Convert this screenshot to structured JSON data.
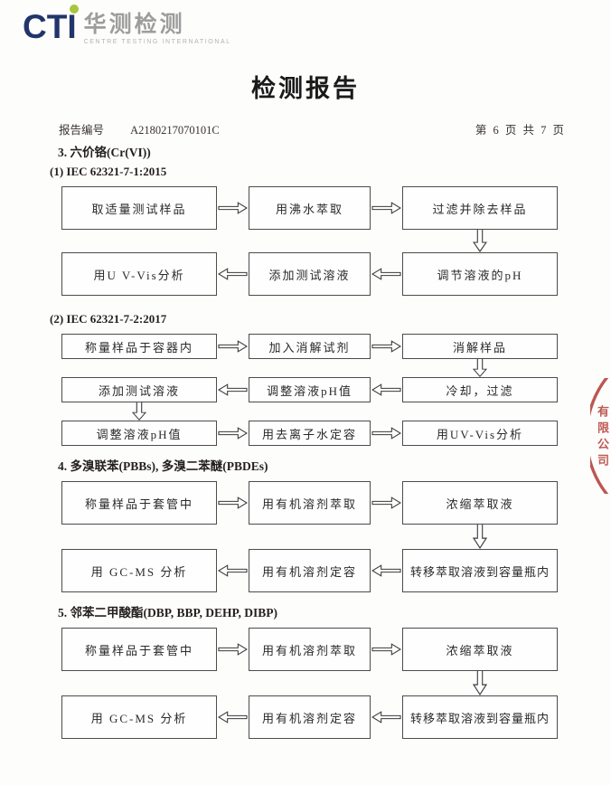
{
  "logo": {
    "cti": "CTI",
    "cn_name": "华测检测",
    "en_name": "CENTRE TESTING INTERNATIONAL",
    "colors": {
      "navy": "#22356b",
      "green": "#a6c63c",
      "gray": "#9d9d9d"
    }
  },
  "header": {
    "title": "检测报告",
    "report_no_label": "报告编号",
    "report_no": "A2180217070101C",
    "page_text": "第 6 页  共 7 页"
  },
  "sections": [
    {
      "heading": "3. 六价铬(Cr(VI))",
      "flows": [
        {
          "subheading": "(1) IEC 62321-7-1:2015",
          "rows": [
            {
              "dir": "right",
              "boxes": [
                "取适量测试样品",
                "用沸水萃取",
                "过滤并除去样品"
              ]
            },
            {
              "dir": "left",
              "boxes": [
                "用U V-Vis分析",
                "添加测试溶液",
                "调节溶液的pH"
              ]
            }
          ]
        },
        {
          "subheading": "(2) IEC 62321-7-2:2017",
          "rows": [
            {
              "dir": "right",
              "boxes": [
                "称量样品于容器内",
                "加入消解试剂",
                "消解样品"
              ]
            },
            {
              "dir": "left",
              "boxes": [
                "添加测试溶液",
                "调整溶液pH值",
                "冷却，过滤"
              ]
            },
            {
              "dir": "right",
              "boxes": [
                "调整溶液pH值",
                "用去离子水定容",
                "用UV-Vis分析"
              ]
            }
          ]
        }
      ]
    },
    {
      "heading": "4. 多溴联苯(PBBs), 多溴二苯醚(PBDEs)",
      "flows": [
        {
          "rows": [
            {
              "dir": "right",
              "boxes": [
                "称量样品于套管中",
                "用有机溶剂萃取",
                "浓缩萃取液"
              ]
            },
            {
              "dir": "left",
              "boxes": [
                "用 GC-MS 分析",
                "用有机溶剂定容",
                "转移萃取溶液到容量瓶内"
              ]
            }
          ]
        }
      ]
    },
    {
      "heading": "5. 邻苯二甲酸酯(DBP, BBP, DEHP, DIBP)",
      "flows": [
        {
          "rows": [
            {
              "dir": "right",
              "boxes": [
                "称量样品于套管中",
                "用有机溶剂萃取",
                "浓缩萃取液"
              ]
            },
            {
              "dir": "left",
              "boxes": [
                "用 GC-MS 分析",
                "用有机溶剂定容",
                "转移萃取溶液到容量瓶内"
              ]
            }
          ]
        }
      ]
    }
  ],
  "stamp": {
    "chars": "有限公司",
    "color": "#b5453f"
  }
}
